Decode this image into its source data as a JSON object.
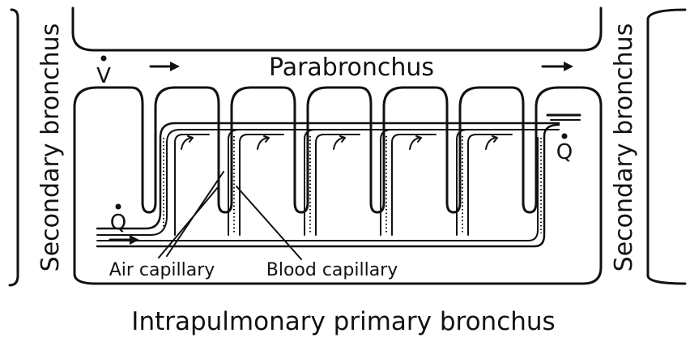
{
  "labels": {
    "secondary_left": "Secondary bronchus",
    "secondary_right": "Secondary bronchus",
    "parabronchus": "Parabronchus",
    "primary": "Intrapulmonary primary bronchus",
    "air_capillary": "Air capillary",
    "blood_capillary": "Blood capillary",
    "v_dot": "V",
    "q_dot_left": "Q",
    "q_dot_right": "Q"
  },
  "colors": {
    "ink": "#111111",
    "background": "#ffffff"
  },
  "icons": [
    "arrow-right-icon",
    "dot-symbol"
  ]
}
